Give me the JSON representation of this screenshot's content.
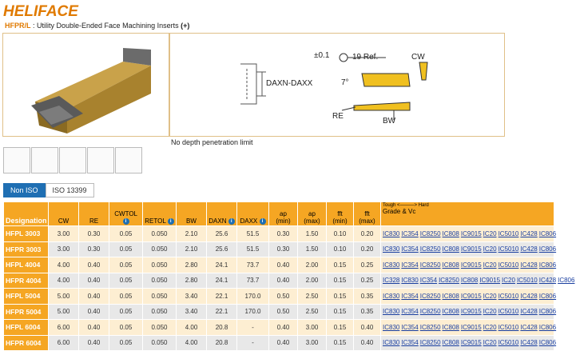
{
  "brand": {
    "logo_text": "HELIFACE"
  },
  "header": {
    "code": "HFPR/L",
    "separator": " : ",
    "description": "Utility Double-Ended Face Machining Inserts",
    "plus": "(+)"
  },
  "diagram": {
    "dim_daxn": "DAXN-DAXX",
    "tol": "±0.1",
    "ref": "19 Ref.",
    "cw": "CW",
    "angle": "7°",
    "re": "RE",
    "bw": "BW"
  },
  "note": "No depth penetration limit",
  "tabs": [
    {
      "label": "Non ISO",
      "active": true
    },
    {
      "label": "ISO 13399",
      "active": false
    }
  ],
  "table": {
    "headers": {
      "designation": "Designation",
      "cw": "CW",
      "re": "RE",
      "cwtol": "CWTOL",
      "retol": "RETOL",
      "bw": "BW",
      "daxn": "DAXN",
      "daxx": "DAXX",
      "ap_min": "ap\n(min)",
      "ap_max": "ap\n(max)",
      "fft_min": "fft\n(min)",
      "fft_max": "fft\n(max)",
      "tough_hard": "Tough <———> Hard",
      "grade": "Grade & Vc"
    },
    "rows": [
      {
        "designation": "HFPL 3003",
        "cw": "3.00",
        "re": "0.30",
        "cwtol": "0.05",
        "retol": "0.050",
        "bw": "2.10",
        "daxn": "25.6",
        "daxx": "51.5",
        "ap_min": "0.30",
        "ap_max": "1.50",
        "fft_min": "0.10",
        "fft_max": "0.20",
        "grades": [
          "IC830",
          "IC354",
          "IC8250",
          "IC808",
          "IC9015",
          "IC20",
          "IC5010",
          "IC428",
          "IC806"
        ]
      },
      {
        "designation": "HFPR 3003",
        "cw": "3.00",
        "re": "0.30",
        "cwtol": "0.05",
        "retol": "0.050",
        "bw": "2.10",
        "daxn": "25.6",
        "daxx": "51.5",
        "ap_min": "0.30",
        "ap_max": "1.50",
        "fft_min": "0.10",
        "fft_max": "0.20",
        "grades": [
          "IC830",
          "IC354",
          "IC8250",
          "IC808",
          "IC9015",
          "IC20",
          "IC5010",
          "IC428",
          "IC806"
        ]
      },
      {
        "designation": "HFPL 4004",
        "cw": "4.00",
        "re": "0.40",
        "cwtol": "0.05",
        "retol": "0.050",
        "bw": "2.80",
        "daxn": "24.1",
        "daxx": "73.7",
        "ap_min": "0.40",
        "ap_max": "2.00",
        "fft_min": "0.15",
        "fft_max": "0.25",
        "grades": [
          "IC830",
          "IC354",
          "IC8250",
          "IC808",
          "IC9015",
          "IC20",
          "IC5010",
          "IC428",
          "IC806"
        ]
      },
      {
        "designation": "HFPR 4004",
        "cw": "4.00",
        "re": "0.40",
        "cwtol": "0.05",
        "retol": "0.050",
        "bw": "2.80",
        "daxn": "24.1",
        "daxx": "73.7",
        "ap_min": "0.40",
        "ap_max": "2.00",
        "fft_min": "0.15",
        "fft_max": "0.25",
        "grades": [
          "IC328",
          "IC830",
          "IC354",
          "IC8250",
          "IC808",
          "IC9015",
          "IC20",
          "IC5010",
          "IC428",
          "IC806"
        ]
      },
      {
        "designation": "HFPL 5004",
        "cw": "5.00",
        "re": "0.40",
        "cwtol": "0.05",
        "retol": "0.050",
        "bw": "3.40",
        "daxn": "22.1",
        "daxx": "170.0",
        "ap_min": "0.50",
        "ap_max": "2.50",
        "fft_min": "0.15",
        "fft_max": "0.35",
        "grades": [
          "IC830",
          "IC354",
          "IC8250",
          "IC808",
          "IC9015",
          "IC20",
          "IC5010",
          "IC428",
          "IC806"
        ]
      },
      {
        "designation": "HFPR 5004",
        "cw": "5.00",
        "re": "0.40",
        "cwtol": "0.05",
        "retol": "0.050",
        "bw": "3.40",
        "daxn": "22.1",
        "daxx": "170.0",
        "ap_min": "0.50",
        "ap_max": "2.50",
        "fft_min": "0.15",
        "fft_max": "0.35",
        "grades": [
          "IC830",
          "IC354",
          "IC8250",
          "IC808",
          "IC9015",
          "IC20",
          "IC5010",
          "IC428",
          "IC806"
        ]
      },
      {
        "designation": "HFPL 6004",
        "cw": "6.00",
        "re": "0.40",
        "cwtol": "0.05",
        "retol": "0.050",
        "bw": "4.00",
        "daxn": "20.8",
        "daxx": "-",
        "ap_min": "0.40",
        "ap_max": "3.00",
        "fft_min": "0.15",
        "fft_max": "0.40",
        "grades": [
          "IC830",
          "IC354",
          "IC8250",
          "IC808",
          "IC9015",
          "IC20",
          "IC5010",
          "IC428",
          "IC806"
        ]
      },
      {
        "designation": "HFPR 6004",
        "cw": "6.00",
        "re": "0.40",
        "cwtol": "0.05",
        "retol": "0.050",
        "bw": "4.00",
        "daxn": "20.8",
        "daxx": "-",
        "ap_min": "0.40",
        "ap_max": "3.00",
        "fft_min": "0.15",
        "fft_max": "0.40",
        "grades": [
          "IC830",
          "IC354",
          "IC8250",
          "IC808",
          "IC9015",
          "IC20",
          "IC5010",
          "IC428",
          "IC806"
        ]
      }
    ]
  },
  "colors": {
    "accent": "#f5a623",
    "link": "#1a3fa0",
    "tab": "#1f6fb3",
    "panel_border": "#e0c088"
  }
}
